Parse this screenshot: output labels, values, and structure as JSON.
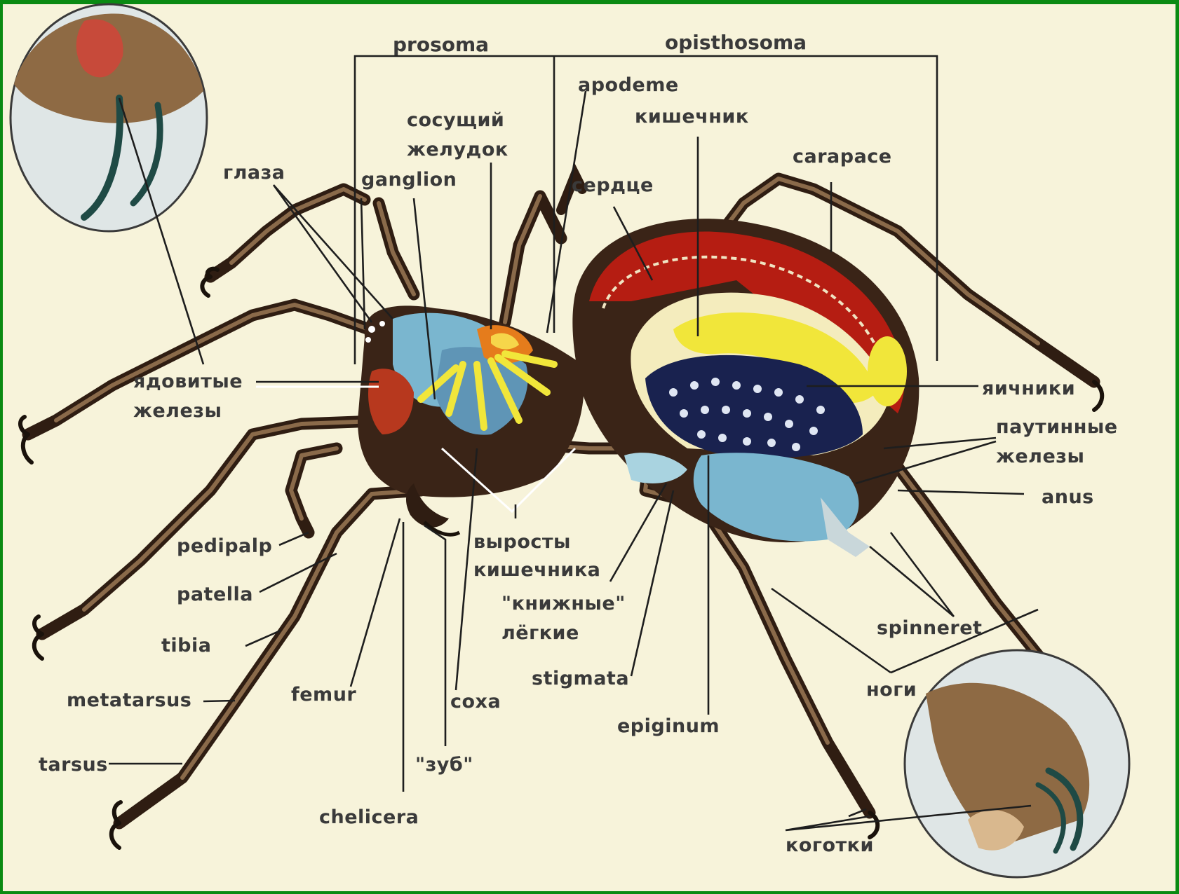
{
  "diagram": {
    "headers": {
      "prosoma": "prosoma",
      "opisthosoma": "opisthosoma"
    },
    "labels": {
      "apodeme": "apodeme",
      "sosushchiy_1": "сосущий",
      "sosushchiy_2": "желудок",
      "kishechnik": "кишечник",
      "carapace": "carapace",
      "glaza": "глаза",
      "ganglion": "ganglion",
      "serdtse": "сердце",
      "yadovitye_1": "ядовитые",
      "yadovitye_2": "железы",
      "yaichniki": "яичники",
      "pautinnye_1": "паутинные",
      "pautinnye_2": "железы",
      "anus": "anus",
      "pedipalp": "pedipalp",
      "vyrosty_1": "выросты",
      "vyrosty_2": "кишечника",
      "knizhnye_1": "\"книжные\"",
      "knizhnye_2": "лёгкие",
      "patella": "patella",
      "tibia": "tibia",
      "spinneret": "spinneret",
      "stigmata": "stigmata",
      "metatarsus": "metatarsus",
      "femur": "femur",
      "coxa": "coxa",
      "nogi": "ноги",
      "epiginum": "epiginum",
      "tarsus": "tarsus",
      "zub": "\"зуб\"",
      "chelicera": "chelicera",
      "kogotki": "коготки"
    },
    "colors": {
      "frame": "#0a8a12",
      "background": "#f7f3da",
      "leg": "#2f1d12",
      "heart_red": "#b51d12",
      "gut_yellow": "#f1e63a",
      "ovary_navy": "#19224f",
      "gland_blue": "#7ab6cf",
      "lens_bg": "#dfe6e6"
    }
  }
}
